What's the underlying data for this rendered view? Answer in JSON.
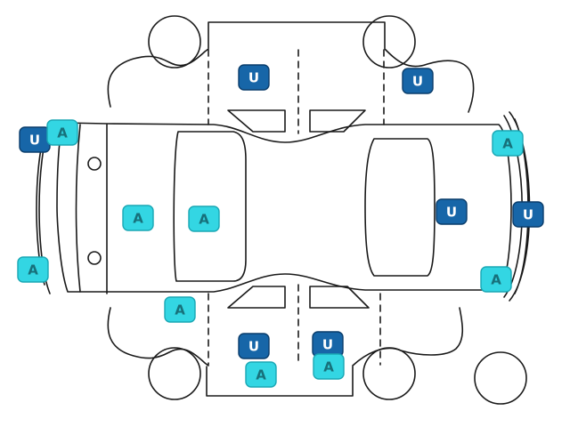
{
  "legend": {
    "u_label": "U",
    "a_label": "A"
  },
  "colors": {
    "u_fill": "#1766a8",
    "u_stroke": "#0a3d6b",
    "u_text": "#ffffff",
    "a_fill": "#33d6e3",
    "a_stroke": "#1aa7b4",
    "a_text": "#17707a",
    "outline": "#1a1a1a"
  },
  "markers": [
    {
      "id": "u-hood",
      "type": "U"
    },
    {
      "id": "u-rear-right-fender",
      "type": "U"
    },
    {
      "id": "u-front-bumper-left",
      "type": "U"
    },
    {
      "id": "u-roof-rear",
      "type": "U"
    },
    {
      "id": "u-rear-bumper",
      "type": "U"
    },
    {
      "id": "u-front-left-door",
      "type": "U"
    },
    {
      "id": "u-rear-left-door",
      "type": "U"
    },
    {
      "id": "a-front-left-corner",
      "type": "A"
    },
    {
      "id": "a-hood-center",
      "type": "A"
    },
    {
      "id": "a-windshield",
      "type": "A"
    },
    {
      "id": "a-front-bumper-lower",
      "type": "A"
    },
    {
      "id": "a-rear-right-corner",
      "type": "A"
    },
    {
      "id": "a-rear-left-corner",
      "type": "A"
    },
    {
      "id": "a-left-front-fender",
      "type": "A"
    },
    {
      "id": "a-left-sill-front",
      "type": "A"
    },
    {
      "id": "a-left-sill-rear",
      "type": "A"
    }
  ]
}
